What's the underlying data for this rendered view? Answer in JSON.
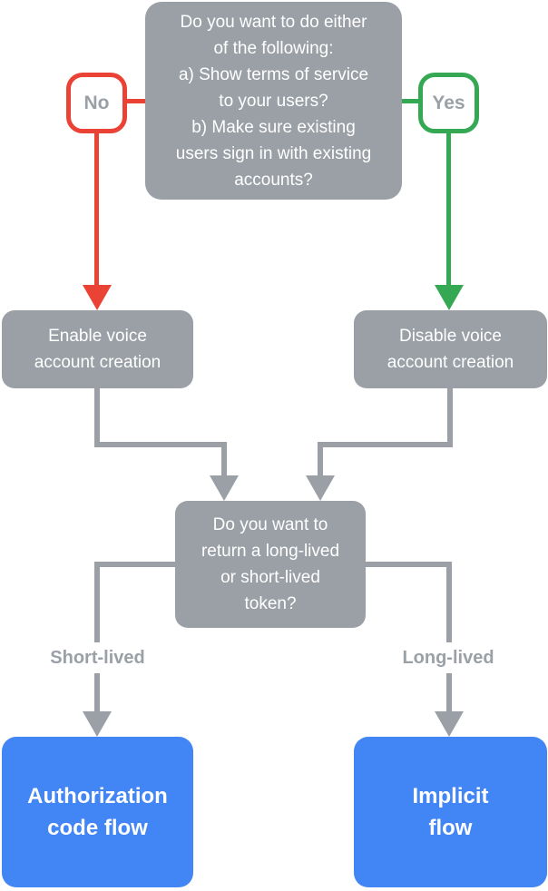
{
  "diagram": {
    "type": "flowchart",
    "root": {
      "question": "Do you want to do either\nof the following:\na) Show terms of service\nto your users?\nb) Make sure existing\nusers sign in with existing\naccounts?"
    },
    "answers": {
      "no": "No",
      "yes": "Yes"
    },
    "nodes": {
      "enable": "Enable voice\naccount creation",
      "disable": "Disable voice\naccount creation",
      "token_question": "Do you want to\nreturn a long-lived\nor short-lived\ntoken?",
      "auth_code_flow": "Authorization\ncode flow",
      "implicit_flow": "Implicit\nflow"
    },
    "edge_labels": {
      "short_lived": "Short-lived",
      "long_lived": "Long-lived"
    },
    "colors": {
      "node_gray": "#9AA0A6",
      "no_branch_red": "#EA4335",
      "yes_branch_green": "#34A853",
      "result_blue": "#4285F4",
      "text_on_node": "#FFFFFF",
      "badge_text_gray": "#9AA0A6"
    }
  }
}
